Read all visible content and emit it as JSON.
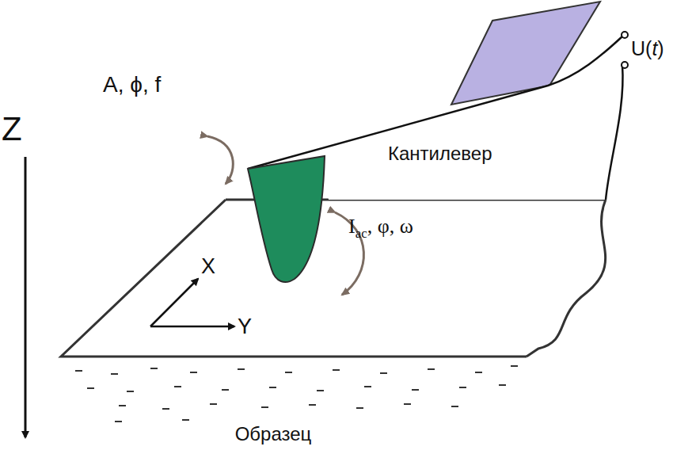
{
  "diagram": {
    "nodes": [
      {
        "text": [
          "Кантилевер"
        ]
      }
    ],
    "labels": [
      "Z",
      "A, ϕ, f",
      "U(t)",
      "Iac, φ, ω",
      "X",
      "Y",
      "Образец"
    ]
  }
}
